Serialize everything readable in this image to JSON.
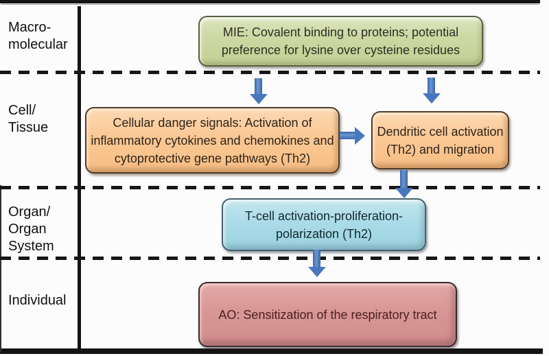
{
  "diagram": {
    "type": "adverse-outcome-pathway",
    "levels": [
      {
        "id": "macromolecular",
        "label": "Macro-\nmolecular"
      },
      {
        "id": "cell-tissue",
        "label": "Cell/\nTissue"
      },
      {
        "id": "organ-system",
        "label": "Organ/\nOrgan\nSystem"
      },
      {
        "id": "individual",
        "label": "Individual"
      }
    ],
    "nodes": [
      {
        "id": "mie",
        "level": "Macro-molecular",
        "fill": "#cdd8a4",
        "text": "MIE: Covalent binding to proteins; potential preference for lysine over cysteine residues"
      },
      {
        "id": "cellular-danger",
        "level": "Cell/Tissue",
        "fill": "#fbc794",
        "text": "Cellular danger signals: Activation of inflammatory cytokines and chemokines and cytoprotective gene pathways (Th2)"
      },
      {
        "id": "dendritic",
        "level": "Cell/Tissue",
        "fill": "#fbc794",
        "text": "Dendritic cell activation (Th2) and migration"
      },
      {
        "id": "tcell",
        "level": "Organ/Organ System",
        "fill": "#abdbe8",
        "text": "T-cell activation-proliferation-polarization (Th2)"
      },
      {
        "id": "ao",
        "level": "Individual",
        "fill": "#d89694",
        "text": "AO: Sensitization of the respiratory tract"
      }
    ],
    "edges": [
      {
        "from": "mie",
        "to": "cellular-danger",
        "direction": "down"
      },
      {
        "from": "mie",
        "to": "dendritic",
        "direction": "down"
      },
      {
        "from": "cellular-danger",
        "to": "dendritic",
        "direction": "right"
      },
      {
        "from": "dendritic",
        "to": "tcell",
        "direction": "down"
      },
      {
        "from": "tcell",
        "to": "ao",
        "direction": "down"
      }
    ],
    "colors": {
      "arrow": "#4878bc",
      "frame": "#141414",
      "background": "#fcfcfc"
    }
  }
}
